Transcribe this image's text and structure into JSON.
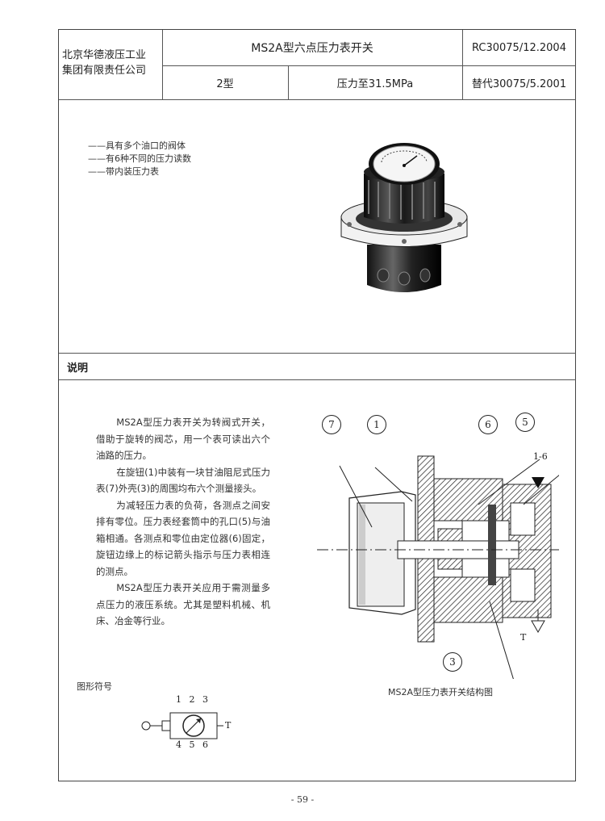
{
  "header": {
    "company": "北京华德液压工业集团有限责任公司",
    "company_line1": "北京华德液压工业",
    "company_line2": "集团有限责任公司",
    "title": "MS2A型六点压力表开关",
    "doc_code": "RC30075/12.2004",
    "type": "2型",
    "pressure": "压力至31.5MPa",
    "replaces": "替代30075/5.2001"
  },
  "features": [
    "——具有多个油口的阀体",
    "——有6种不同的压力读数",
    "——带内装压力表"
  ],
  "section_title": "说明",
  "description": [
    "MS2A型压力表开关为转阀式开关，借助于旋转的阀芯，用一个表可读出六个油路的压力。",
    "在旋钮(1)中装有一块甘油阻尼式压力表(7)外壳(3)的周围均布六个测量接头。",
    "为减轻压力表的负荷，各测点之间安排有零位。压力表经套筒中的孔口(5)与油箱相通。各测点和零位由定位器(6)固定，旋钮边缘上的标记箭头指示与压力表相连的测点。",
    "MS2A型压力表开关应用于需测量多点压力的液压系统。尤其是塑料机械、机床、冶金等行业。"
  ],
  "symbol": {
    "label": "图形符号",
    "top_ports": [
      "1",
      "2",
      "3"
    ],
    "bottom_ports": [
      "4",
      "5",
      "6"
    ],
    "tank": "T"
  },
  "drawing": {
    "caption": "MS2A型压力表开关结构图",
    "callouts": [
      "7",
      "1",
      "6",
      "5",
      "3"
    ],
    "port_label": "1-6",
    "tank_label": "T"
  },
  "page_number": "- 59 -"
}
